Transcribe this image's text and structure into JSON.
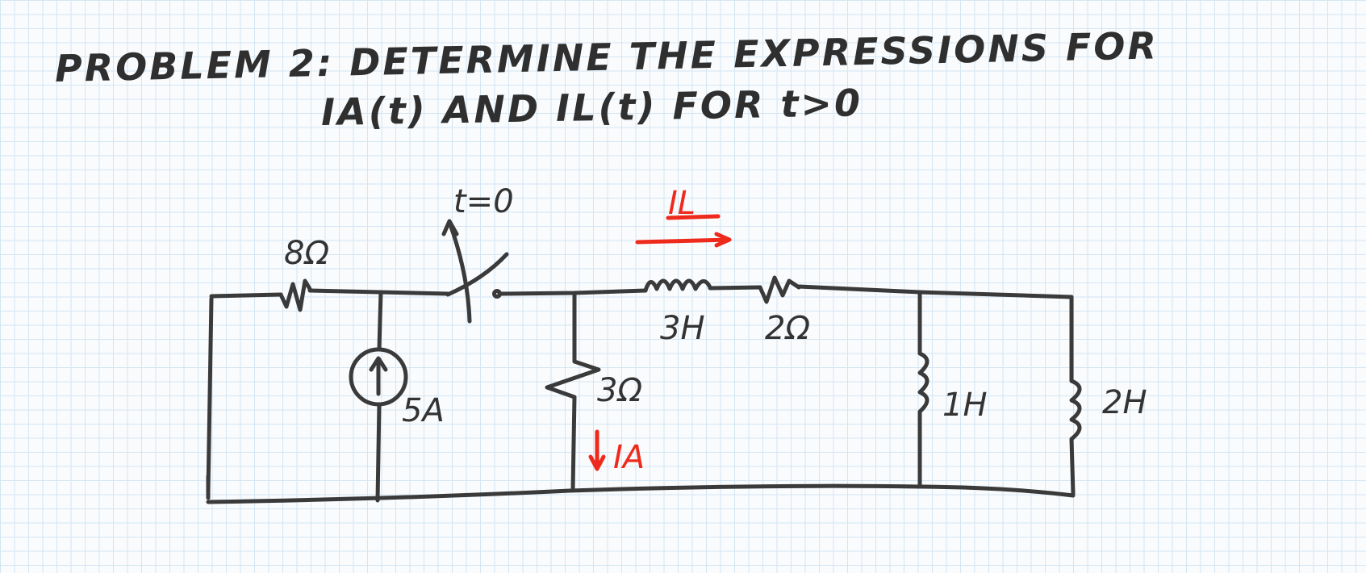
{
  "problem": {
    "line1": "PROBLEM 2: DETERMINE THE EXPRESSIONS FOR",
    "line2": "IA(t) AND IL(t) FOR t>0"
  },
  "circuit": {
    "switch_label": "t=0",
    "resistor_8": "8Ω",
    "current_source": "5A",
    "resistor_3": "3Ω",
    "current_ia": "IA",
    "current_il": "IL",
    "inductor_3": "3H",
    "resistor_2": "2Ω",
    "inductor_1": "1H",
    "inductor_2": "2H",
    "annotation_color": "#ee2a1c"
  }
}
